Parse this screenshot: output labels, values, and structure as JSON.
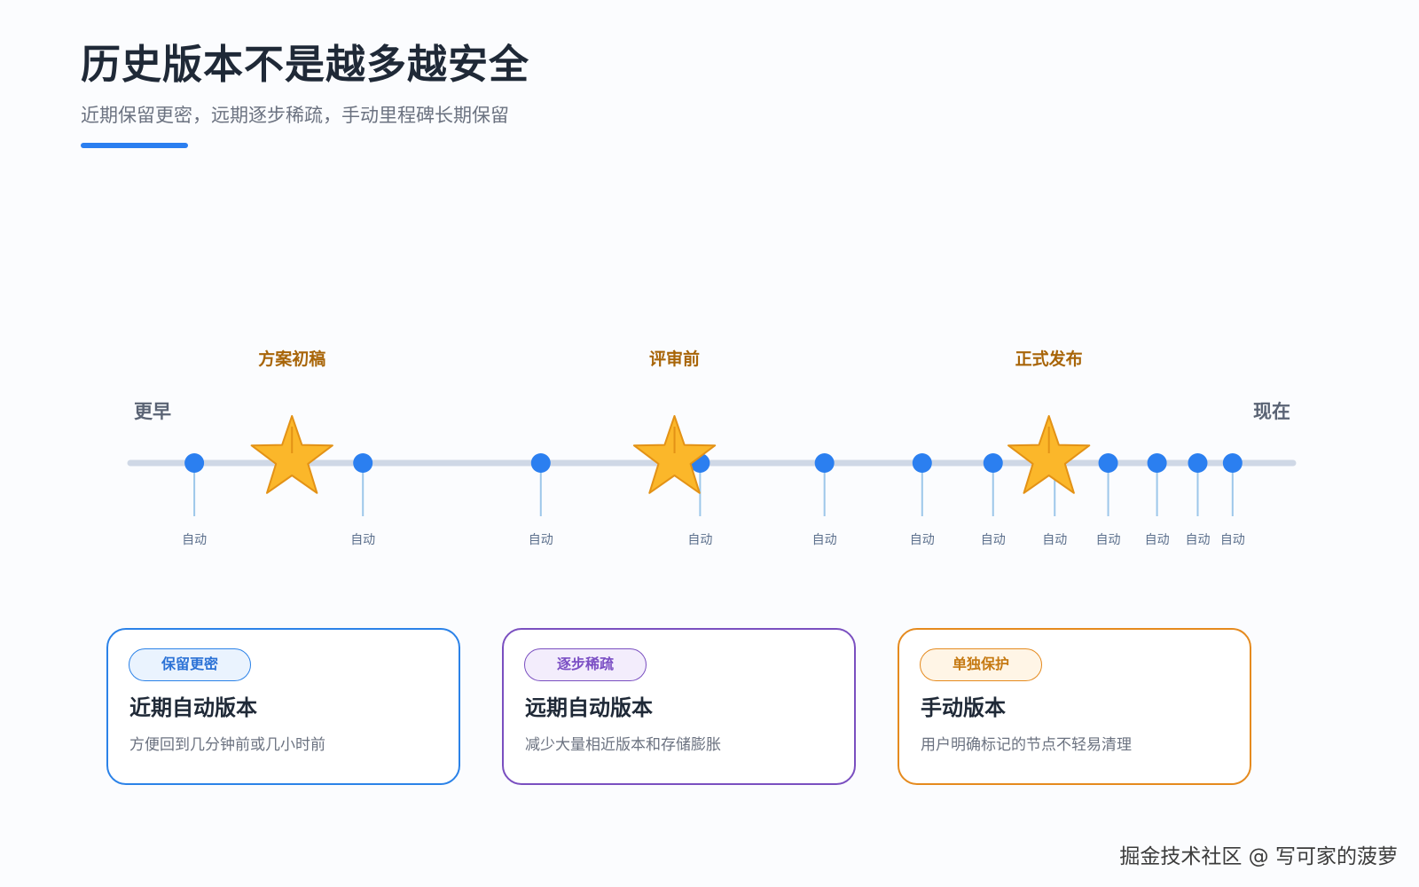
{
  "header": {
    "title": "历史版本不是越多越安全",
    "subtitle": "近期保留更密，远期逐步稀疏，手动里程碑长期保留"
  },
  "timeline": {
    "start_label": "更早",
    "end_label": "现在",
    "auto_label": "自动",
    "auto_points": [
      0.055,
      0.2,
      0.353,
      0.49,
      0.597,
      0.681,
      0.742,
      0.795,
      0.841,
      0.883,
      0.918,
      0.948
    ],
    "milestones": [
      {
        "label": "方案初稿",
        "position": 0.139
      },
      {
        "label": "评审前",
        "position": 0.468
      },
      {
        "label": "正式发布",
        "position": 0.79
      }
    ]
  },
  "cards": [
    {
      "badge": "保留更密",
      "title": "近期自动版本",
      "description": "方便回到几分钟前或几小时前",
      "theme": "blue"
    },
    {
      "badge": "逐步稀疏",
      "title": "远期自动版本",
      "description": "减少大量相近版本和存储膨胀",
      "theme": "purple"
    },
    {
      "badge": "单独保护",
      "title": "手动版本",
      "description": "用户明确标记的节点不轻易清理",
      "theme": "orange"
    }
  ],
  "watermark": "掘金技术社区 @ 写可家的菠萝",
  "colors": {
    "accent_blue": "#2b7ff0",
    "timeline_line": "#cfd8e6",
    "stem": "#9dc7ea",
    "star_fill": "#fbb72a",
    "star_stroke": "#e39216",
    "milestone_text": "#a86508",
    "end_label": "#5a6374",
    "auto_text": "#5b6f8c",
    "blue_border": "#2b82e8",
    "blue_badge_bg": "#eaf3fe",
    "blue_badge_text": "#2b72d6",
    "purple_border": "#7a4fc0",
    "purple_badge_bg": "#f3edfc",
    "purple_badge_text": "#7b4fc4",
    "orange_border": "#e58a1e",
    "orange_badge_bg": "#fff5e6",
    "orange_badge_text": "#c57912"
  }
}
